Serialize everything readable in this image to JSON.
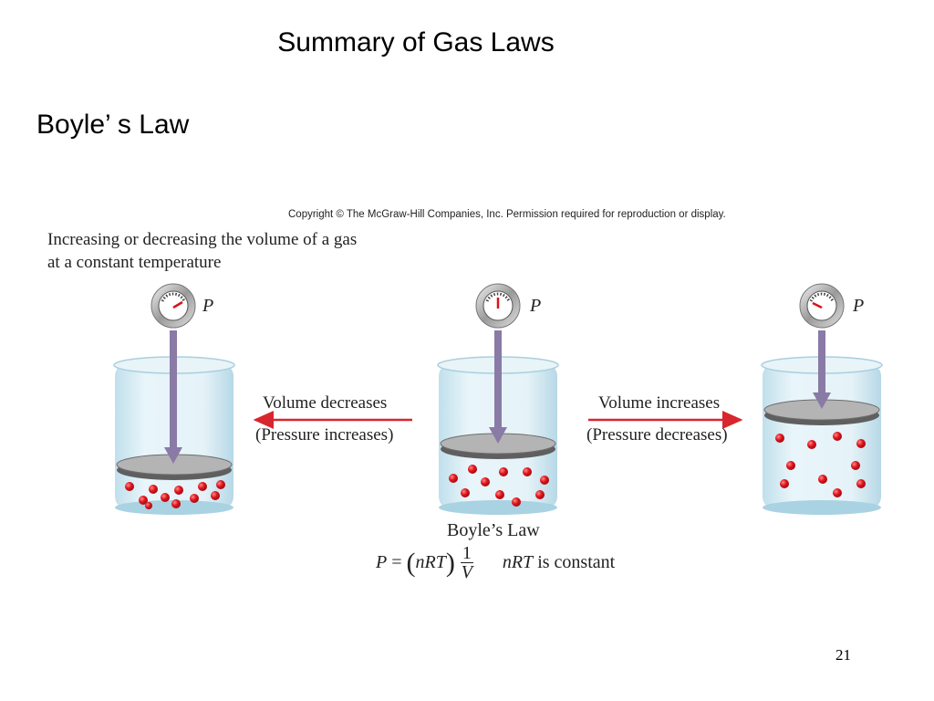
{
  "slide": {
    "title": "Summary of Gas Laws",
    "heading": "Boyle’ s Law",
    "page_number": "21"
  },
  "figure": {
    "copyright": "Copyright © The McGraw-Hill Companies, Inc. Permission required for reproduction or display.",
    "caption_line1": "Increasing or decreasing the volume of a gas",
    "caption_line2": "at a constant temperature",
    "pressure_symbol": "P",
    "left_arrow": {
      "line1": "Volume decreases",
      "line2": "(Pressure increases)"
    },
    "right_arrow": {
      "line1": "Volume increases",
      "line2": "(Pressure decreases)"
    },
    "law_title": "Boyle’s Law",
    "formula": {
      "lhs": "P",
      "eq": " = ",
      "paren_open": "(",
      "constant_group": "nRT",
      "paren_close": ")",
      "numerator": "1",
      "denominator": "V",
      "note_var": "nRT",
      "note_text": " is constant"
    },
    "colors": {
      "arrow_red": "#d8262e",
      "rod_purple": "#8a7aa6",
      "beaker_blue": "#cfe6f0",
      "molecule_red": "#d9141c",
      "piston_gray": "#8c8c8c"
    }
  }
}
